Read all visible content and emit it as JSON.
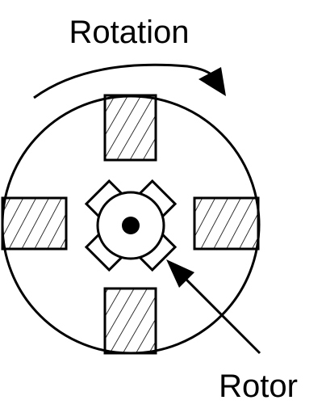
{
  "labels": {
    "rotation": "Rotation",
    "rotor": "Rotor"
  },
  "colors": {
    "stroke": "#000000",
    "background": "#ffffff",
    "shaft": "#000000"
  },
  "parts": {
    "stator_poles": [
      "top",
      "left",
      "right",
      "bottom"
    ],
    "rotor_teeth": 4,
    "rotation_direction": "clockwise"
  }
}
